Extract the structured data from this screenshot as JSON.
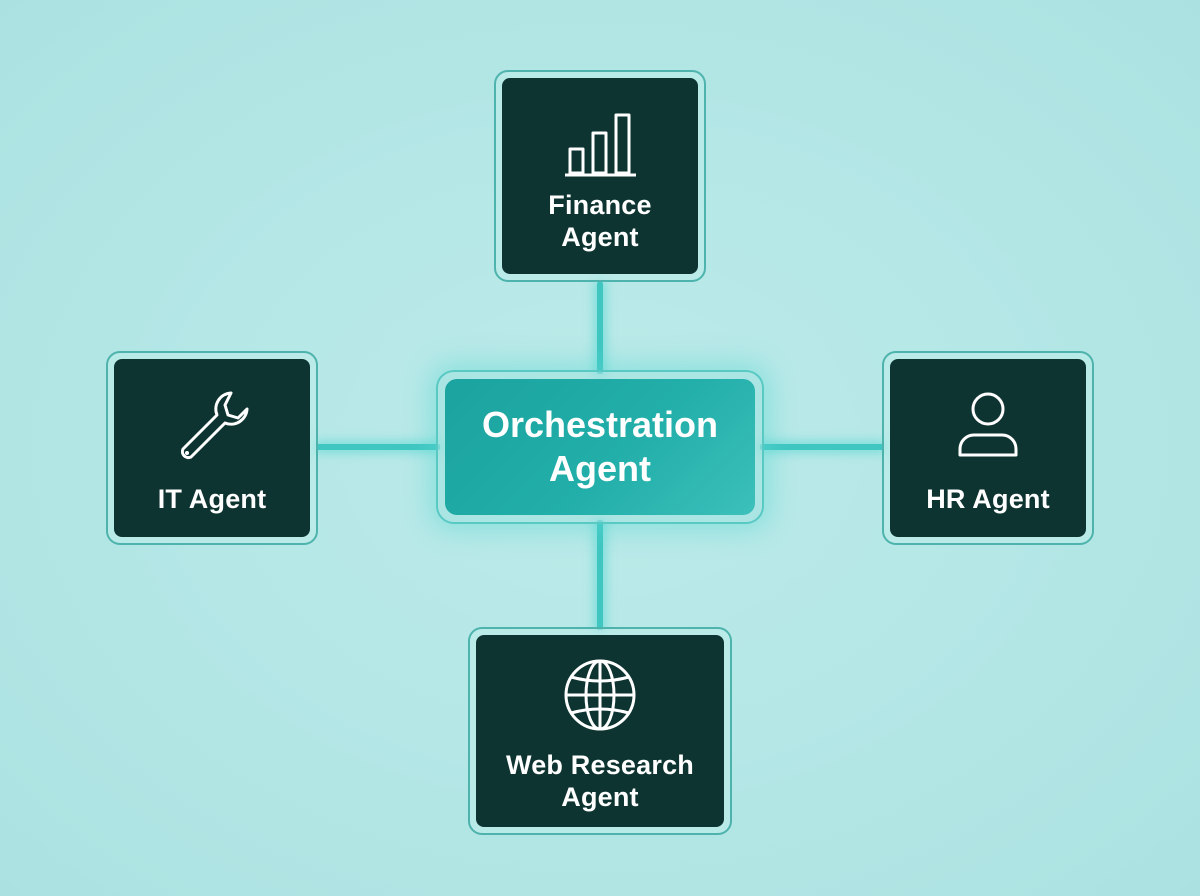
{
  "diagram": {
    "center": {
      "label": "Orchestration\nAgent"
    },
    "agents": [
      {
        "id": "finance",
        "label": "Finance\nAgent",
        "icon": "bar-chart-icon"
      },
      {
        "id": "it",
        "label": "IT Agent",
        "icon": "wrench-icon"
      },
      {
        "id": "hr",
        "label": "HR Agent",
        "icon": "user-icon"
      },
      {
        "id": "web-research",
        "label": "Web Research\nAgent",
        "icon": "globe-icon"
      }
    ],
    "colors": {
      "background": "#b4e7e6",
      "agent_fill": "#0e3431",
      "agent_border": "#4fb3ad",
      "center_fill": "#1ba39f",
      "connector": "#3fc6c1",
      "text": "#ffffff"
    }
  }
}
